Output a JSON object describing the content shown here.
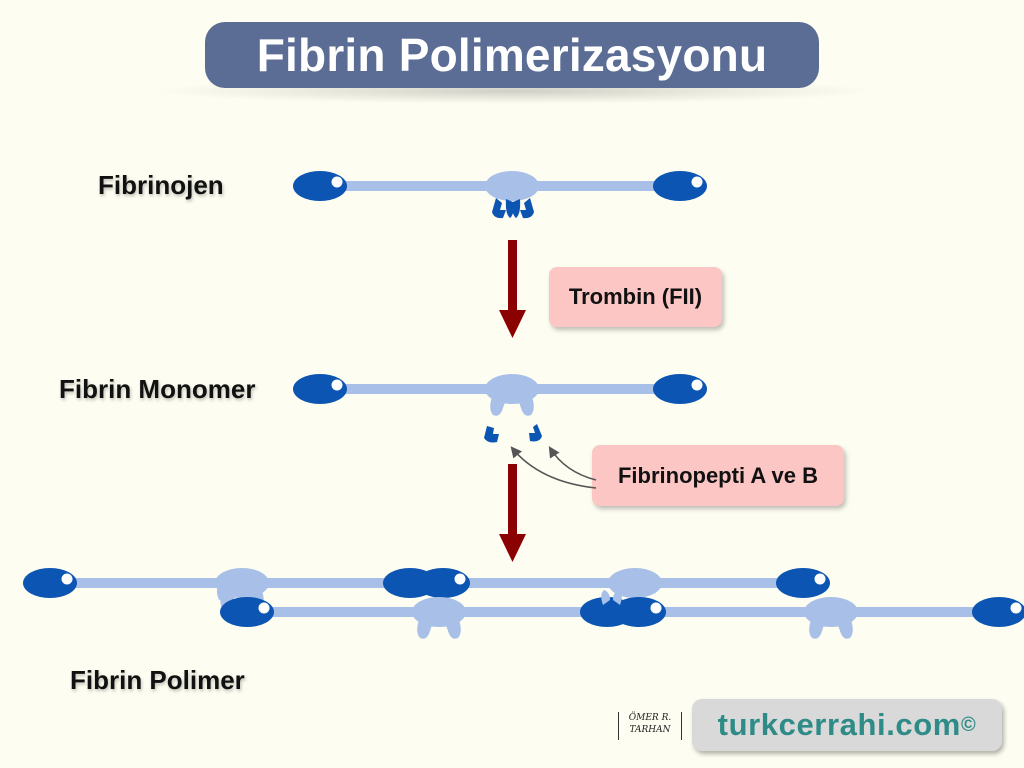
{
  "title": "Fibrin Polimerizasyonu",
  "stages": {
    "fibrinogen": "Fibrinojen",
    "monomer": "Fibrin Monomer",
    "polymer": "Fibrin Polimer"
  },
  "enzyme_label": "Trombin (FII)",
  "peptides_label": "Fibrinopepti A ve B",
  "brand": {
    "name": "turkcerrahi.com",
    "copyright": "©",
    "signature": "ÖMER R. TARHAN"
  },
  "colors": {
    "background": "#fdfdf1",
    "title_box": "#5b6d94",
    "domain_blue": "#0d55b3",
    "rod_light_blue": "#a8bfe8",
    "arrow_red": "#8b0000",
    "label_pink": "#fbc6c4",
    "brand_teal": "#2e8b87"
  }
}
